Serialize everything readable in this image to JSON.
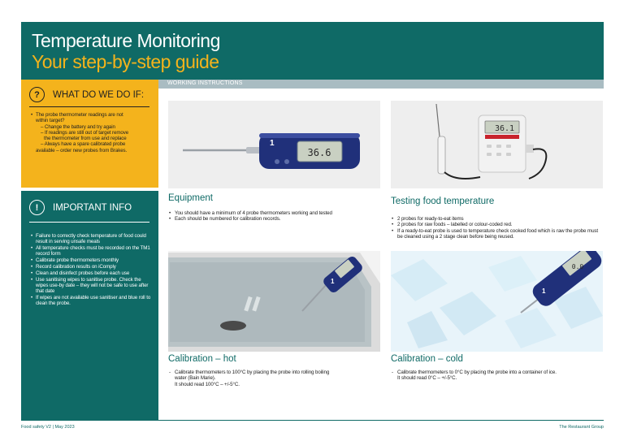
{
  "header": {
    "title": "Temperature Monitoring",
    "subtitle": "Your step-by-step guide",
    "bg_color": "#0f6a66",
    "accent_color": "#f4b31c"
  },
  "bar": {
    "label": "WORKING INSTRUCTIONS"
  },
  "what_do_we_do": {
    "icon": "question-icon",
    "icon_glyph": "?",
    "heading": "WHAT DO WE DO IF:",
    "lines": [
      {
        "type": "b",
        "text": "The probe thermometer readings are not"
      },
      {
        "type": "c",
        "text": "within target?"
      },
      {
        "type": "d",
        "text": "– Change the battery and try again"
      },
      {
        "type": "d",
        "text": "– If readings are still out of target remove"
      },
      {
        "type": "d",
        "text": "the thermometer from use and replace"
      },
      {
        "type": "d",
        "text": "– Always have a spare calibrated probe"
      },
      {
        "type": "d",
        "text": "available – order new probes from Brakes."
      }
    ]
  },
  "important_info": {
    "icon": "info-icon",
    "icon_glyph": "!",
    "heading": "IMPORTANT INFO",
    "items": [
      "Failure to correctly check temperature of food could result in serving unsafe meals",
      "All temperature checks must be recorded on the TM1 record form",
      "Calibrate probe thermometers monthly",
      "Record calibration results on iComply",
      "Clean and disinfect probes before each use",
      "Use sanitising wipes to sanitise probe. Check the wipes use-by date – they will not be safe to use after that date",
      "If wipes are not available use sanitiser and blue roll to clean the probe."
    ]
  },
  "sections": {
    "equipment": {
      "title": "Equipment",
      "items": [
        "You should have a minimum of 4 probe thermometers working and tested",
        "Each should be numbered for calibration records."
      ],
      "probe_number": "1",
      "display": "36.6"
    },
    "testing": {
      "title": "Testing food temperature",
      "items": [
        "2 probes for ready-to-eat items",
        "2 probes for raw foods – labelled or colour-coded red.",
        "If a ready-to-eat probe is used to temperature check cooked food which is raw the probe must be cleaned using a 2 stage clean before being reused."
      ],
      "display": "36.1"
    },
    "cal_hot": {
      "title": "Calibration – hot",
      "lines": [
        "Calibrate thermometers to 100°C by placing the probe into rolling boiling",
        "water (Bain Marie).",
        "It should read 100°C – +/-5°C."
      ],
      "probe_number": "1"
    },
    "cal_cold": {
      "title": "Calibration – cold",
      "lines": [
        "Calibrate thermometers to 0°C by placing the probe into a container of ice.",
        "It should read 0°C – +/-5°C."
      ],
      "probe_number": "1",
      "display": "0.0"
    }
  },
  "footer": {
    "left": "Food safety V2 | May 2023",
    "right": "The Restaurant Group"
  }
}
